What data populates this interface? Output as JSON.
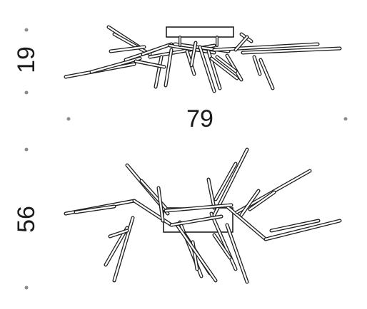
{
  "dimensions": {
    "height_top": "19",
    "width": "79",
    "height_bottom": "56"
  },
  "colors": {
    "line": "#1f1f1f",
    "dot": "#8c8c8c",
    "background": "#ffffff"
  }
}
